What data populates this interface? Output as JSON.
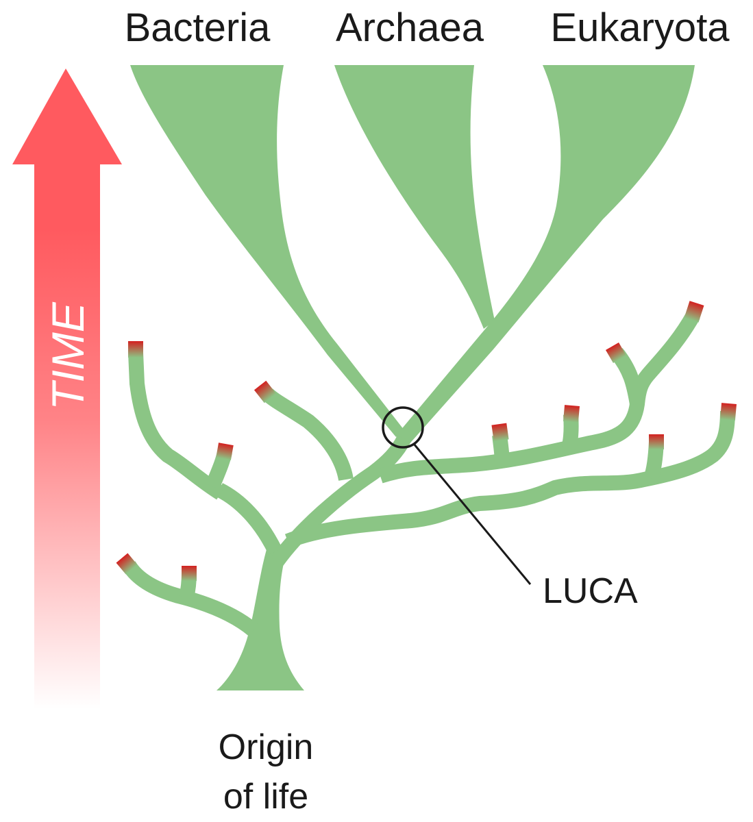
{
  "labels": {
    "bacteria": "Bacteria",
    "archaea": "Archaea",
    "eukaryota": "Eukaryota",
    "time": "TIME",
    "luca": "LUCA",
    "origin_line1": "Origin",
    "origin_line2": "of life"
  },
  "colors": {
    "branch": "#8bc585",
    "extinct_tip": "#d42020",
    "time_arrow": "#ff5a5f",
    "luca_circle": "#1a1a1a",
    "text": "#1a1a1a"
  }
}
